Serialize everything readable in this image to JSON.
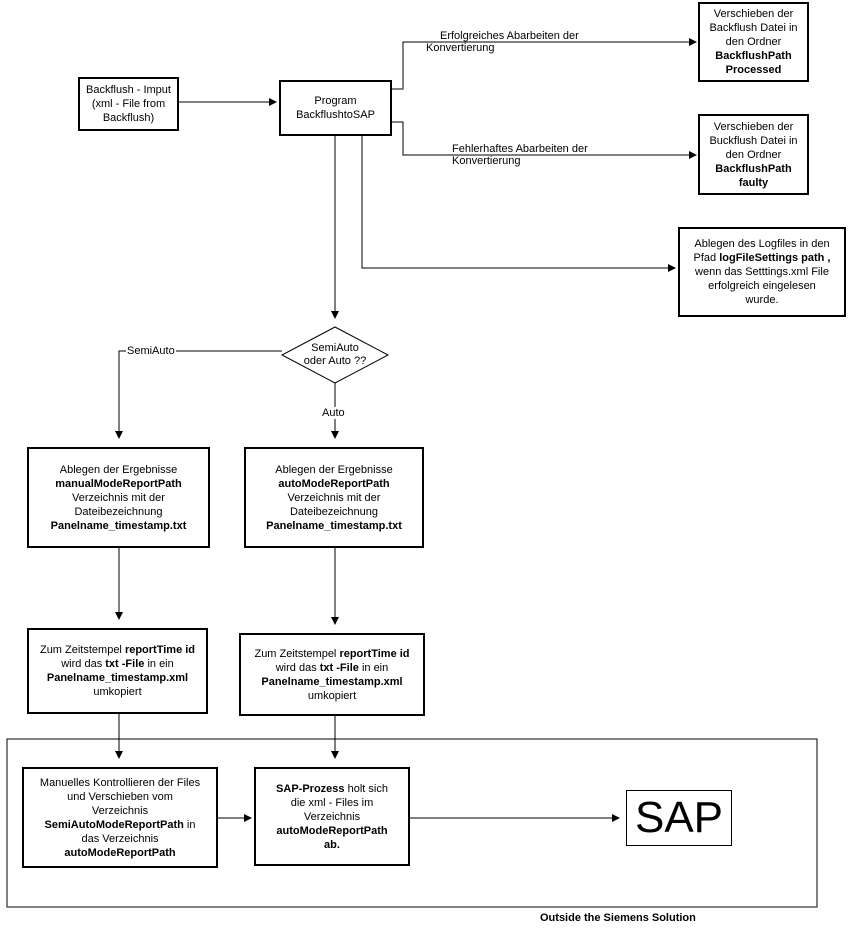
{
  "nodes": {
    "backflush_input": {
      "lines": [
        "Backflush - Imput",
        "(xml - File from",
        "Backflush)"
      ]
    },
    "program": {
      "lines": [
        "Program",
        "BackflushtoSAP"
      ]
    },
    "move_processed": {
      "lines": [
        "Verschieben der",
        "Backflush Datei in",
        "den Ordner"
      ],
      "bold_lines": [
        "BackflushPath",
        "Processed"
      ]
    },
    "move_faulty": {
      "lines": [
        "Verschieben der",
        "Buckflush Datei in",
        "den Ordner"
      ],
      "bold_lines": [
        "BackflushPath",
        "faulty"
      ]
    },
    "logfile": {
      "line1": "Ablegen des Logfiles in den",
      "line2_pre": "Pfad ",
      "line2_bold": "logFileSettings path ,",
      "line3": "wenn das Setttings.xml File",
      "line4": "erfolgreich eingelesen",
      "line5": "wurde."
    },
    "decision": {
      "lines": [
        "SemiAuto",
        "oder Auto ??"
      ]
    },
    "manual_store": {
      "line1": "Ablegen der Ergebnisse",
      "line2_bold": "manualModeReportPath",
      "line3": "Verzeichnis mit der",
      "line4": "Dateibezeichnung",
      "line5_bold": "Panelname_timestamp.txt"
    },
    "auto_store": {
      "line1": "Ablegen der Ergebnisse",
      "line2_bold": "autoModeReportPath",
      "line3": "Verzeichnis mit der",
      "line4": "Dateibezeichnung",
      "line5_bold": "Panelname_timestamp.txt"
    },
    "manual_copy": {
      "line1_pre": "Zum Zeitstempel ",
      "line1_bold": "reportTime id",
      "line2_pre": "wird das ",
      "line2_bold": "txt -File",
      "line2_post": " in ein",
      "line3_bold": "Panelname_timestamp.xml",
      "line4": "umkopiert"
    },
    "auto_copy": {
      "line1_pre": "Zum Zeitstempel ",
      "line1_bold": "reportTime id",
      "line2_pre": "wird das ",
      "line2_bold": "txt -File",
      "line2_post": " in ein",
      "line3_bold": "Panelname_timestamp.xml",
      "line4": "umkopiert"
    },
    "manual_check": {
      "line1": "Manuelles Kontrollieren der Files",
      "line2": "und Verschieben vom",
      "line3": "Verzeichnis",
      "line4_bold": "SemiAutoModeReportPath",
      "line4_post": " in",
      "line5": "das Verzeichnis",
      "line6_bold": "autoModeReportPath"
    },
    "sap_process": {
      "line1_bold": "SAP-Prozess",
      "line1_post": " holt sich",
      "line2": "die xml - Files im",
      "line3": "Verzeichnis",
      "line4_bold": "autoModeReportPath",
      "line5_bold": "ab."
    },
    "sap": {
      "label": "SAP"
    }
  },
  "edge_labels": {
    "success": [
      "Erfolgreiches  Abarbeiten der",
      "Konvertierung"
    ],
    "faulty": [
      "Fehlerhaftes Abarbeiten der",
      "Konvertierung"
    ],
    "semiauto": "SemiAuto",
    "auto": "Auto"
  },
  "footer": "Outside the Siemens Solution"
}
